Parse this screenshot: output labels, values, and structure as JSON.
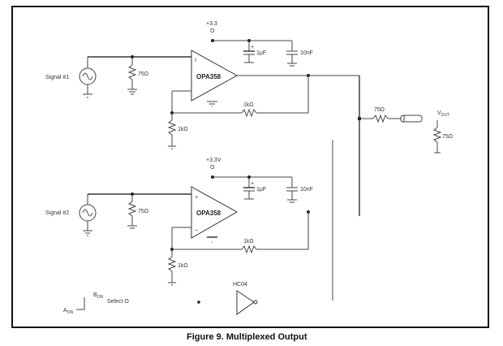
{
  "figure": {
    "caption": "Figure 9. Multiplexed Output"
  },
  "channel1": {
    "signal_label": "Signal #1",
    "supply_label": "+3.3",
    "supply_pin": "O",
    "termination_resistor": "75Ω",
    "opamp_label": "OPA358",
    "opamp_plus_pin": "I",
    "cap_1_label": "1µF",
    "cap_1_polarity": "+",
    "cap_2_label": "10nF",
    "feedback_resistor": "1kΩ",
    "ground_resistor": "1kΩ"
  },
  "channel2": {
    "signal_label": "Signal #2",
    "supply_label": "+3.3V",
    "supply_pin": "O",
    "termination_resistor": "75Ω",
    "opamp_label": "OPA358",
    "opamp_plus_pin": "+",
    "opamp_minus_pin": "−",
    "cap_1_label": "1µF",
    "cap_1_polarity": "+",
    "cap_2_label": "10nF",
    "feedback_resistor": "1kΩ",
    "ground_resistor": "1kΩ"
  },
  "output": {
    "series_resistor": "75Ω",
    "vout_label": "V",
    "vout_sub": "OUT",
    "load_resistor": "75Ω"
  },
  "select": {
    "a_label": "A",
    "a_sub": "ON",
    "b_label": "B",
    "b_sub": "ON",
    "select_label": "Select O",
    "inverter_label": "HC04"
  }
}
